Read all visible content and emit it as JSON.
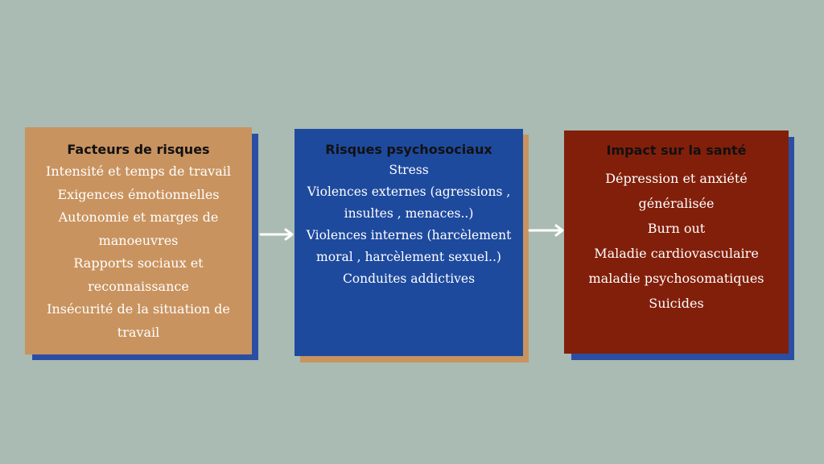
{
  "colors": {
    "background": "#a9bbb2",
    "box1": "#c9935f",
    "box2": "#1e4a9e",
    "box3": "#821f0a",
    "shadow_blue": "#2b4ea3",
    "shadow_tan": "#c9935f",
    "arrow": "#ffffff"
  },
  "boxes": [
    {
      "title": "Facteurs de risques",
      "lines": [
        "Intensité et temps de travail",
        "Exigences émotionnelles",
        "Autonomie et marges de",
        "manoeuvres",
        "Rapports sociaux et",
        "reconnaissance",
        "Insécurité de la situation de",
        "travail"
      ]
    },
    {
      "title": "Risques psychosociaux",
      "lines": [
        "Stress",
        "Violences externes (agressions ,",
        "insultes , menaces..)",
        "Violences internes (harcèlement",
        "moral , harcèlement sexuel..)",
        "Conduites addictives"
      ]
    },
    {
      "title": "Impact sur la santé",
      "lines": [
        "Dépression et anxiété",
        "généralisée",
        "Burn out",
        "Maladie cardiovasculaire",
        "maladie psychosomatiques",
        "Suicides"
      ]
    }
  ],
  "arrows": [
    "right-arrow-icon",
    "right-arrow-icon"
  ]
}
